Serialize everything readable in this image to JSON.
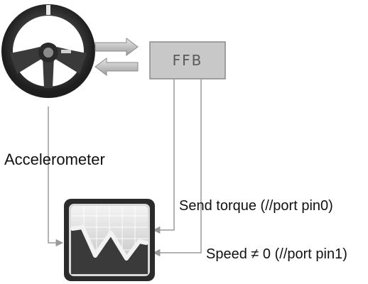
{
  "ffb_box": {
    "label": "FFB"
  },
  "labels": {
    "accelerometer": "Accelerometer",
    "send_torque": "Send torque (//port pin0)",
    "speed": "Speed ≠ 0 (//port pin1)"
  },
  "icons": {
    "wheel": "steering-wheel-icon",
    "monitor": "monitor-graph-icon"
  },
  "colors": {
    "box_fill": "#c8c8c8",
    "box_stroke": "#8a8a8a",
    "line": "#9a9a9a",
    "text": "#111111",
    "ffb_text": "#5a5a5a"
  }
}
